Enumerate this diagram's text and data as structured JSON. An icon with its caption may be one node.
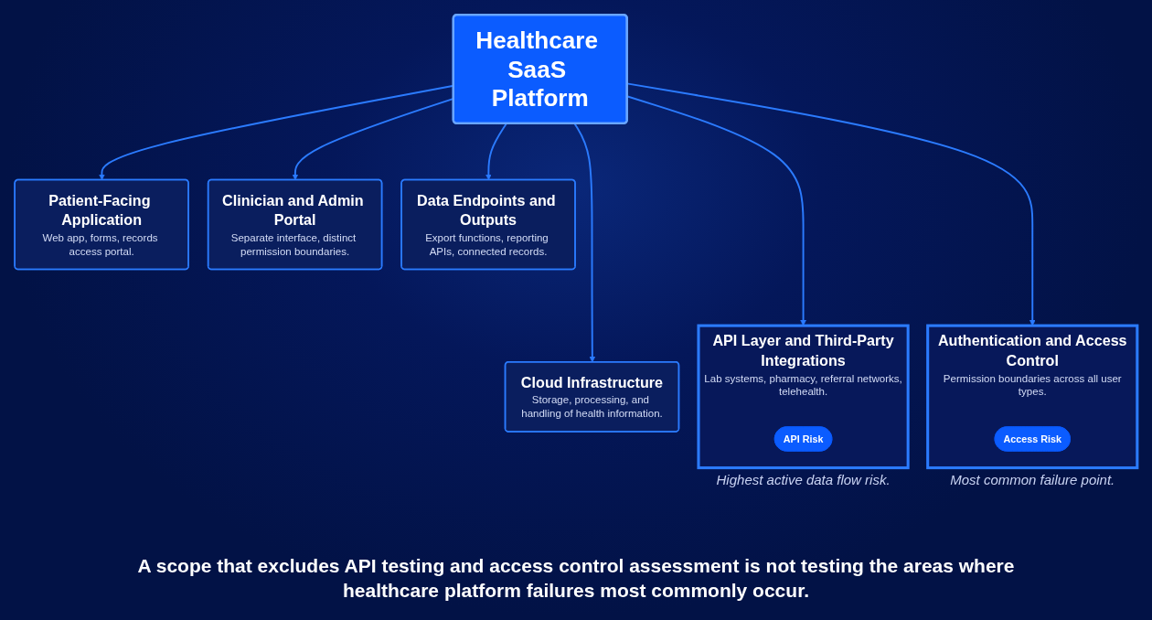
{
  "diagram": {
    "nodes": [
      {
        "text": [
          "Patient-Facing Application",
          "Web app, forms, records access portal."
        ]
      },
      {
        "text": [
          "Clinician and Admin Portal",
          "Separate interface, distinct permission boundaries."
        ]
      },
      {
        "text": [
          "Data Endpoints and Outputs",
          "Export functions, reporting APIs, connected records."
        ]
      },
      {
        "text": [
          "Healthcare SaaS Platform"
        ]
      },
      {
        "text": [
          "API Layer and Third-Party Integrations",
          "Lab systems, pharmacy, referral networks, telehealth."
        ],
        "beside": [
          "Highest active data flow risk."
        ]
      },
      {
        "text": [
          "API Risk"
        ],
        "in": 4
      },
      {
        "text": [
          "Cloud Infrastructure",
          "Storage, processing, and handling of health information."
        ]
      },
      {
        "text": [
          "Authentication and Access Control",
          "Permission boundaries across all user types."
        ],
        "beside": [
          "Most common failure point."
        ]
      },
      {
        "text": [
          "Access Risk"
        ],
        "in": 7
      }
    ],
    "edges": [
      {
        "from": 3,
        "to": 0,
        "arrow": "to"
      },
      {
        "from": 3,
        "to": 1,
        "arrow": "to"
      },
      {
        "from": 3,
        "to": 2,
        "arrow": "to"
      },
      {
        "from": 3,
        "to": 4,
        "arrow": "to"
      },
      {
        "from": 3,
        "to": 6,
        "arrow": "to"
      },
      {
        "from": 3,
        "to": 7,
        "arrow": "to"
      }
    ],
    "caption": "A scope that excludes API testing and access control assessment is not testing the areas where healthcare platform failures most commonly occur."
  }
}
